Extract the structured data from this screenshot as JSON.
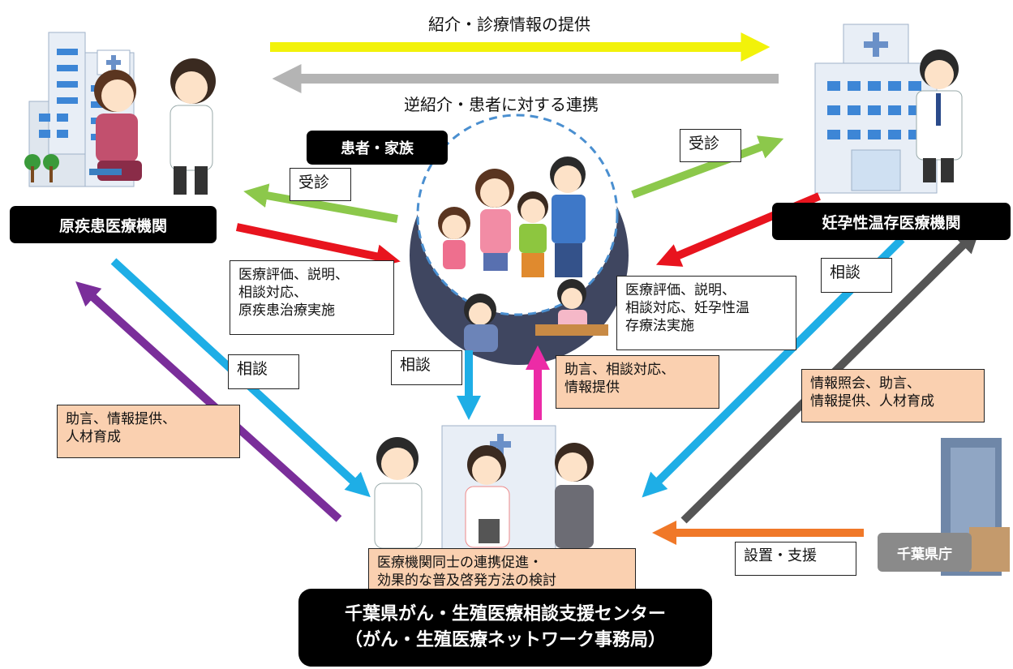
{
  "arrows": {
    "top_forward": "紹介・診療情報の提供",
    "top_back": "逆紹介・患者に対する連携"
  },
  "patient": {
    "title": "患者・家族"
  },
  "left_institution": {
    "name": "原疾患医療機関"
  },
  "right_institution": {
    "name": "妊孕性温存医療機関"
  },
  "labels": {
    "visit_left": "受診",
    "visit_right": "受診",
    "consult_left": "相談",
    "consult_center": "相談",
    "consult_right": "相談",
    "left_eval": "医療評価、説明、\n相談対応、\n原疾患治療実施",
    "right_eval": "医療評価、説明、\n相談対応、妊孕性温\n存療法実施",
    "center_advice": "助言、相談対応、\n情報提供",
    "left_advice": "助言、情報提供、\n人材育成",
    "right_advice": "情報照会、助言、\n情報提供、人材育成",
    "setup_support": "設置・支援",
    "promotion": "医療機関同士の連携促進・\n効果的な普及啓発方法の検討"
  },
  "prefecture": {
    "name": "千葉県庁"
  },
  "center": {
    "line1": "千葉県がん・生殖医療相談支援センター",
    "line2": "（がん・生殖医療ネットワーク事務局）"
  },
  "colors": {
    "yellow": "#f2f20a",
    "gray": "#b4b4b4",
    "green": "#8cc84b",
    "red": "#e8141e",
    "blue": "#1eaee6",
    "purple": "#7a2e9a",
    "magenta": "#ec2ba6",
    "darkgray": "#555555",
    "orange": "#f07828",
    "circle": "#3f4660",
    "peach": "#fad0b0"
  }
}
